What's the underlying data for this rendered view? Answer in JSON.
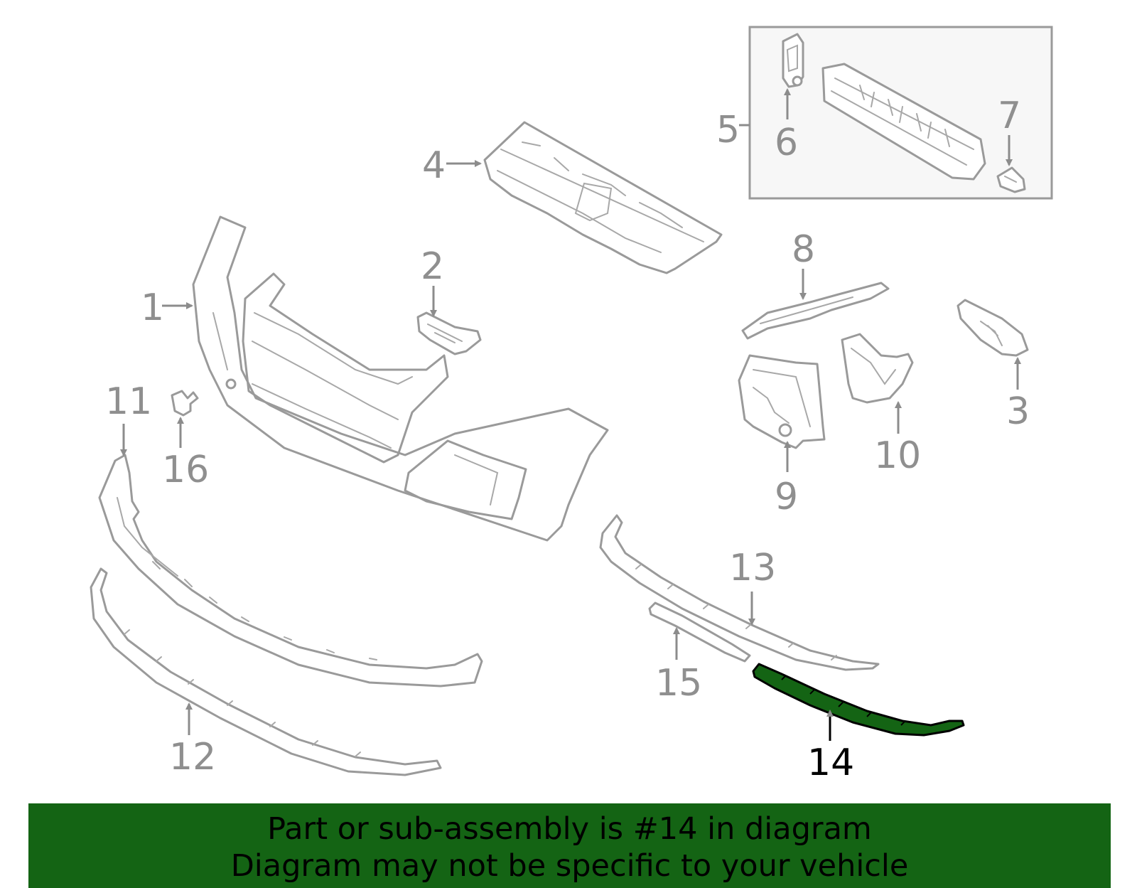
{
  "colors": {
    "highlight": "#146414",
    "part_stroke": "#9a9a9a",
    "callout_text": "#8f8f8f",
    "highlight_callout_text": "#000000"
  },
  "highlighted_part": "14",
  "callouts": {
    "c1": "1",
    "c2": "2",
    "c3": "3",
    "c4": "4",
    "c5": "5",
    "c6": "6",
    "c7": "7",
    "c8": "8",
    "c9": "9",
    "c10": "10",
    "c11": "11",
    "c12": "12",
    "c13": "13",
    "c14": "14",
    "c15": "15",
    "c16": "16"
  },
  "banner": {
    "line1": "Part or sub-assembly is #14 in diagram",
    "line2": "Diagram may not be specific to your vehicle"
  }
}
